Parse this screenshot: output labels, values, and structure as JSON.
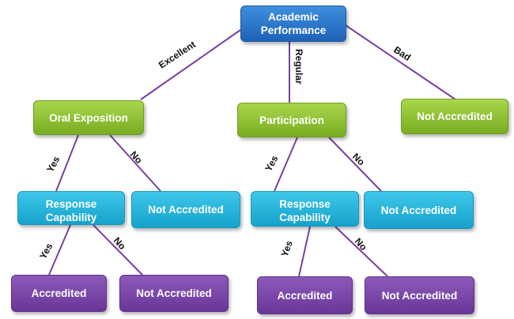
{
  "nodes": {
    "root": "Academic Performance",
    "oral_exposition": "Oral Exposition",
    "participation": "Participation",
    "not_accredited_bad": "Not Accredited",
    "response_left": "Response Capability",
    "not_accredited_oral": "Not Accredited",
    "response_right": "Response Capability",
    "not_accredited_part": "Not Accredited",
    "accredited_ll": "Accredited",
    "not_accredited_ll": "Not Accredited",
    "accredited_rl": "Accredited",
    "not_accredited_rl": "Not Accredited"
  },
  "edges": {
    "excellent": "Excellent",
    "regular": "Regular",
    "bad": "Bad",
    "oral_yes": "Yes",
    "oral_no": "No",
    "part_yes": "Yes",
    "part_no": "No",
    "resp_left_yes": "Yes",
    "resp_left_no": "No",
    "resp_right_yes": "Yes",
    "resp_right_no": "No"
  }
}
